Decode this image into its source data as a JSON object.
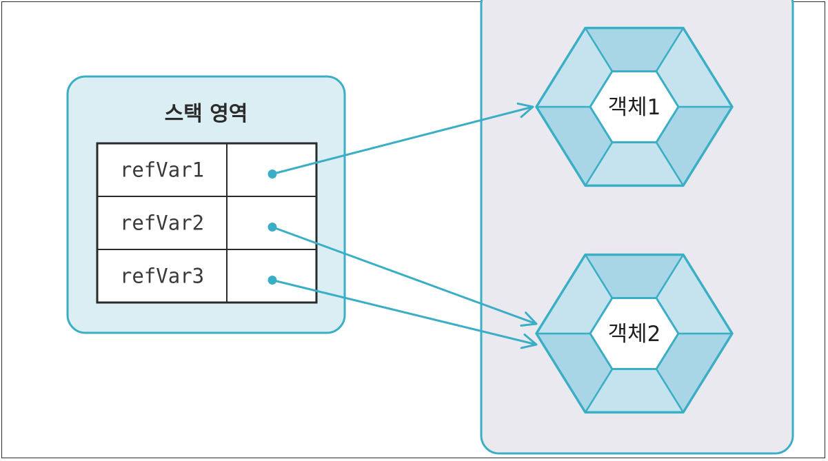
{
  "stack_area": {
    "title": "스택 영역",
    "variables": [
      {
        "name": "refVar1",
        "target": 0
      },
      {
        "name": "refVar2",
        "target": 1
      },
      {
        "name": "refVar3",
        "target": 1
      }
    ]
  },
  "heap_area": {
    "objects": [
      {
        "label": "객체1"
      },
      {
        "label": "객체2"
      }
    ]
  },
  "colors": {
    "accent": "#3aaec4",
    "stack_fill": "#daeef4",
    "heap_fill": "#e9e9ef",
    "hex_ring": "#c5e3ee",
    "hex_ring_dark": "#a9d6e6",
    "table_border": "#2a2a2a",
    "cell_fill": "#ffffff"
  }
}
